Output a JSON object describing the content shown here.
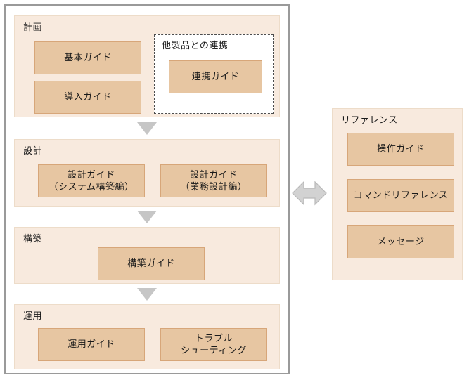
{
  "diagram": {
    "title_semantic": "documentation-map",
    "colors": {
      "group_fill": "#f8eade",
      "group_border": "#eddcc9",
      "item_fill": "#e7c6a2",
      "item_border": "#d7a679",
      "frame_border": "#9a9a9a",
      "arrow_fill": "#c6c6c6",
      "arrow_border": "#b0b0b0",
      "dashed_border": "#4d4d4d",
      "page_background": "#ffffff",
      "text": "#1a1a1a"
    },
    "phases": [
      {
        "id": "plan",
        "title": "計画",
        "items": [
          {
            "label": "基本ガイド"
          },
          {
            "label": "導入ガイド"
          }
        ],
        "subgroup": {
          "title": "他製品との連携",
          "items": [
            {
              "label": "連携ガイド"
            }
          ]
        }
      },
      {
        "id": "design",
        "title": "設計",
        "items": [
          {
            "label": "設計ガイド\n（システム構築編）"
          },
          {
            "label": "設計ガイド\n（業務設計編）"
          }
        ]
      },
      {
        "id": "build",
        "title": "構築",
        "items": [
          {
            "label": "構築ガイド"
          }
        ]
      },
      {
        "id": "operate",
        "title": "運用",
        "items": [
          {
            "label": "運用ガイド"
          },
          {
            "label": "トラブル\nシューティング"
          }
        ]
      }
    ],
    "reference_panel": {
      "title": "リファレンス",
      "items": [
        {
          "label": "操作ガイド"
        },
        {
          "label": "コマンドリファレンス"
        },
        {
          "label": "メッセージ"
        }
      ]
    },
    "connectors": {
      "down_arrow_icon": "triangle-down-icon",
      "bidirectional_arrow_icon": "double-arrow-horizontal-icon",
      "down_arrow_count": 3
    }
  }
}
